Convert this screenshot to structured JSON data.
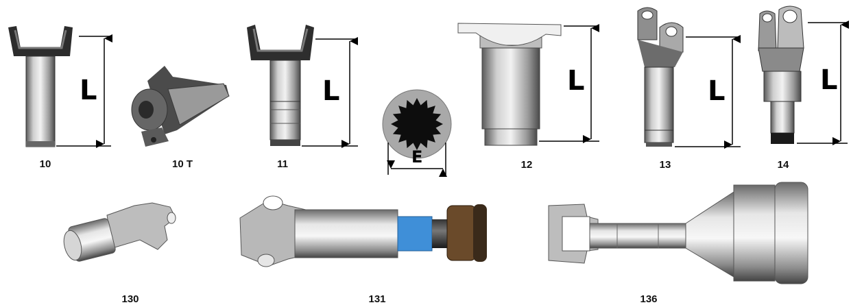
{
  "parts": [
    {
      "id": "p10",
      "caption": "10"
    },
    {
      "id": "p10t",
      "caption": "10 T"
    },
    {
      "id": "p11",
      "caption": "11"
    },
    {
      "id": "p12",
      "caption": "12"
    },
    {
      "id": "p13",
      "caption": "13"
    },
    {
      "id": "p14",
      "caption": "14"
    },
    {
      "id": "p130",
      "caption": "130"
    },
    {
      "id": "p131",
      "caption": "131"
    },
    {
      "id": "p136",
      "caption": "136"
    }
  ],
  "dimensions": {
    "length_symbol": "L",
    "spline_diameter_symbol": "E"
  },
  "colors": {
    "steel_dark": "#3a3a3a",
    "steel_mid": "#9a9a9a",
    "steel_light": "#dcdcdc",
    "seal_blue": "#3f8fd8",
    "seal_bronze": "#6a4a2a"
  }
}
